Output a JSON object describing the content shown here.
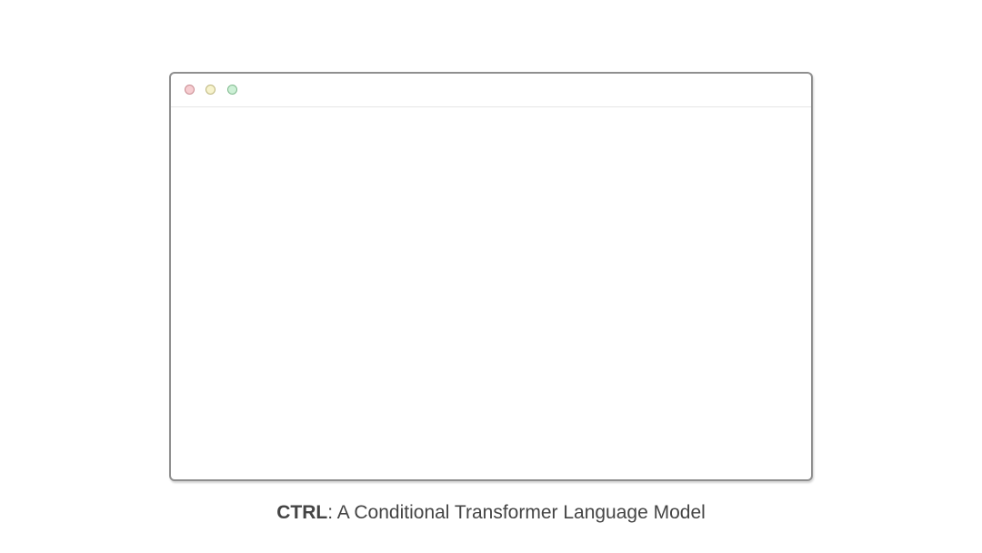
{
  "window": {
    "controls": [
      {
        "name": "close",
        "color": "#f6cdd1"
      },
      {
        "name": "minimize",
        "color": "#f7f3cd"
      },
      {
        "name": "maximize",
        "color": "#cdf0d6"
      }
    ],
    "content": ""
  },
  "caption": {
    "bold": "CTRL",
    "rest": ": A Conditional Transformer Language Model"
  }
}
